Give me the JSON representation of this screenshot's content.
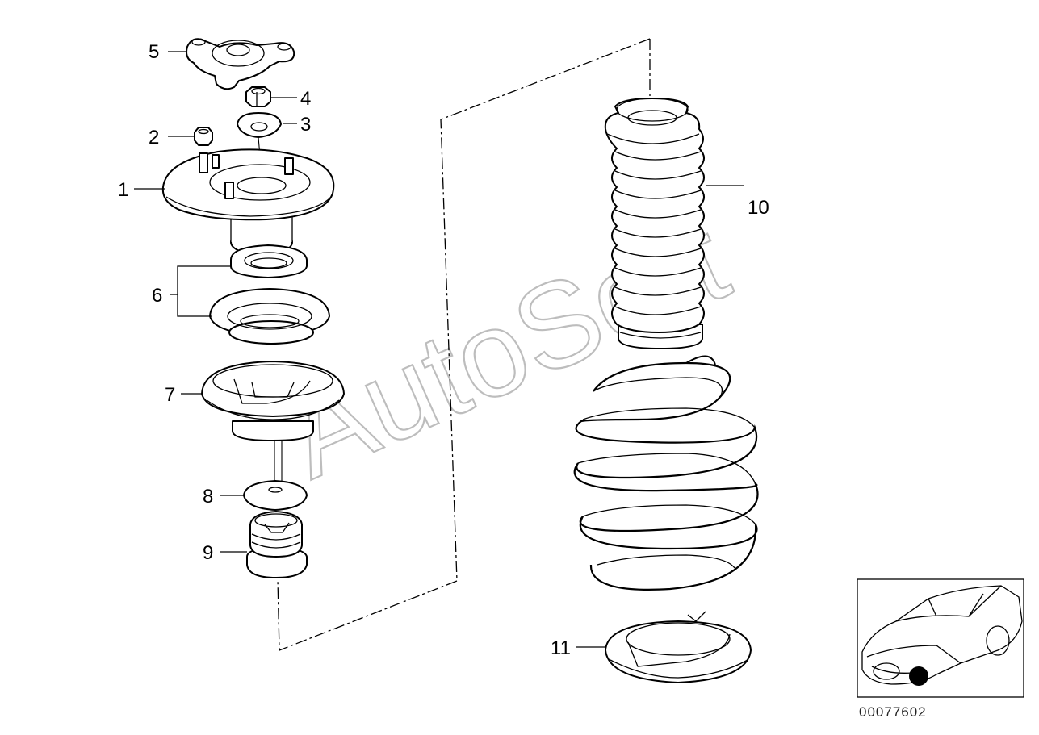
{
  "callouts": {
    "c1": "1",
    "c2": "2",
    "c3": "3",
    "c4": "4",
    "c5": "5",
    "c6": "6",
    "c7": "7",
    "c8": "8",
    "c9": "9",
    "c10": "10",
    "c11": "11"
  },
  "watermark": "AutoSoft",
  "part_number": "00077602",
  "colors": {
    "line": "#000000",
    "watermark": "#bdbdbd",
    "background": "#ffffff",
    "location_dot": "#000000"
  }
}
